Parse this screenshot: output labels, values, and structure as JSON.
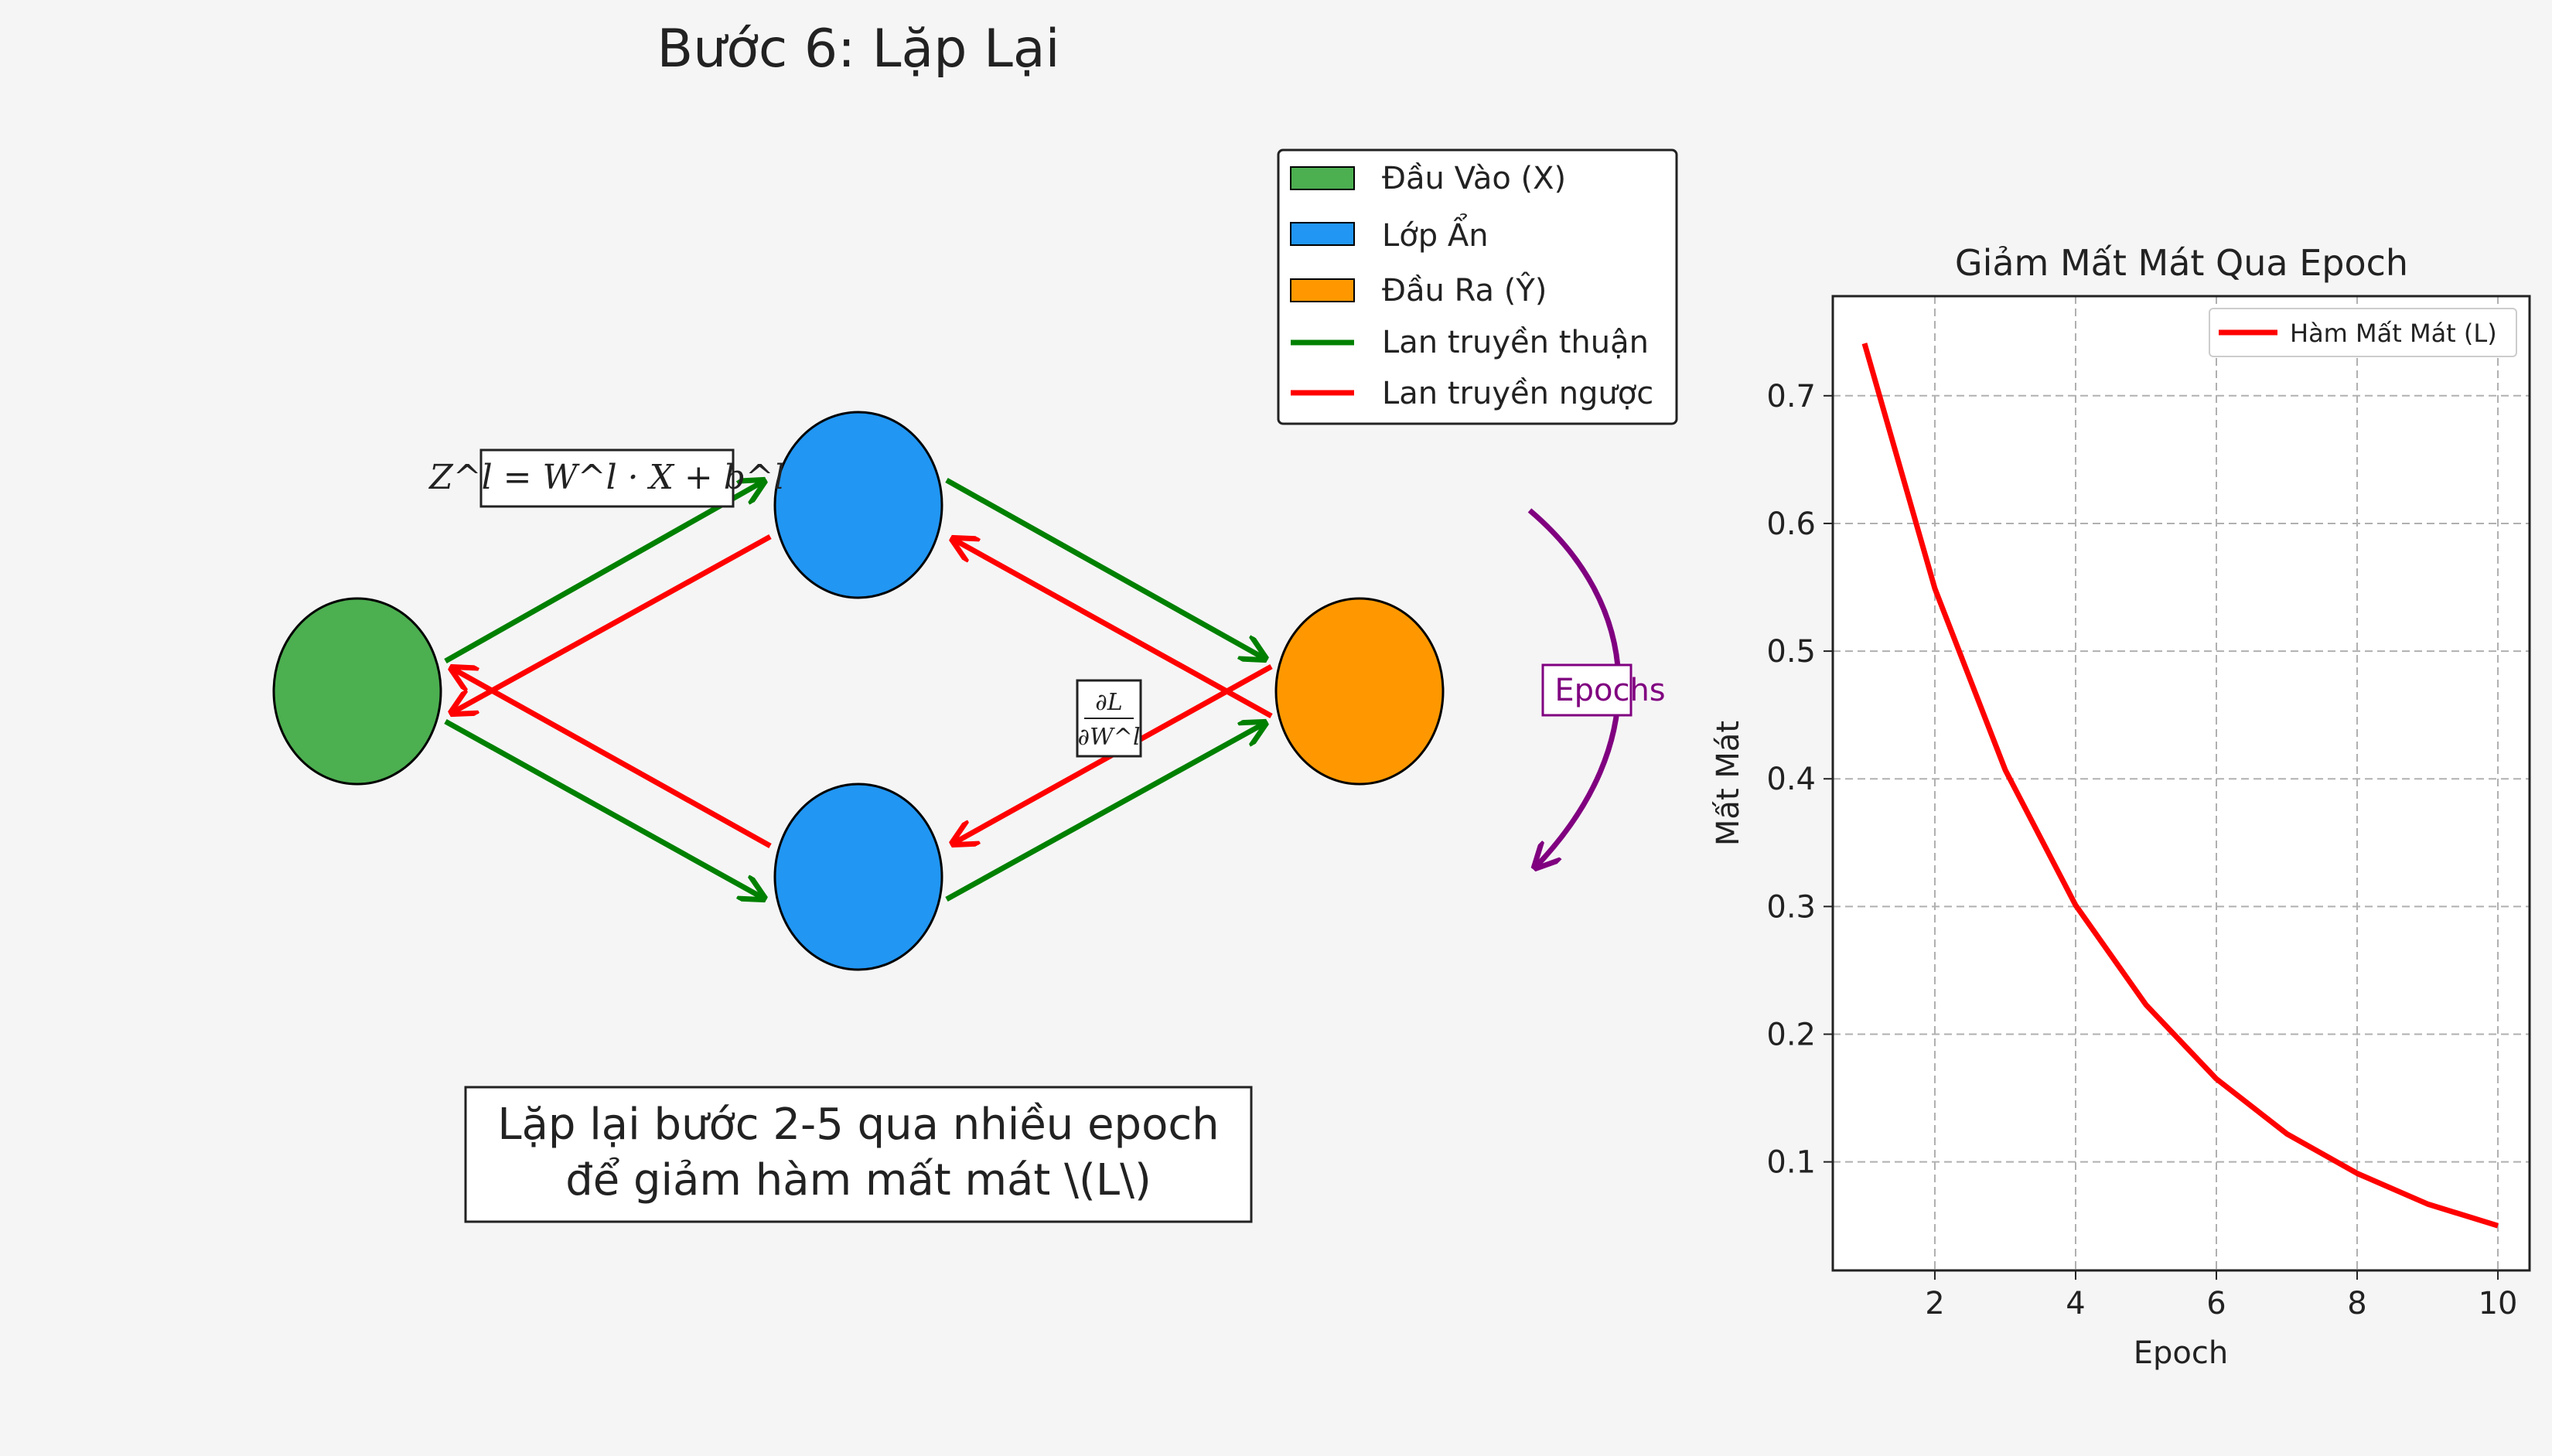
{
  "title": "Bước 6: Lặp Lại",
  "colors": {
    "input": "#4caf50",
    "hidden": "#2196f3",
    "output": "#ff9800",
    "forward": "#008000",
    "backward": "#ff0000",
    "epochs_arrow": "#800080",
    "background": "#f5f5f5"
  },
  "legend": {
    "input_label": "Đầu Vào (X)",
    "hidden_label": "Lớp Ẩn",
    "output_label": "Đầu Ra (Ŷ)",
    "forward_label": "Lan truyền thuận",
    "backward_label": "Lan truyền ngược"
  },
  "formula": {
    "forward": "Z^l = W^l · X + b^l",
    "gradient_num": "∂L",
    "gradient_den": "∂W^l"
  },
  "epochs_label": "Epochs",
  "caption": {
    "line1": "Lặp lại bước 2-5 qua nhiều epoch",
    "line2": "để giảm hàm mất mát \\(L\\)"
  },
  "chart_data": {
    "type": "line",
    "title": "Giảm Mất Mát Qua Epoch",
    "xlabel": "Epoch",
    "ylabel": "Mất Mát",
    "xlim": [
      0.55,
      10.45
    ],
    "ylim": [
      0.015,
      0.778
    ],
    "xticks": [
      2,
      4,
      6,
      8,
      10
    ],
    "yticks": [
      0.1,
      0.2,
      0.3,
      0.4,
      0.5,
      0.6,
      0.7
    ],
    "grid": true,
    "legend_position": "top-right",
    "series": [
      {
        "name": "Hàm Mất Mát (L)",
        "color": "#ff0000",
        "x": [
          1,
          2,
          3,
          4,
          5,
          6,
          7,
          8,
          9,
          10
        ],
        "y": [
          0.741,
          0.549,
          0.407,
          0.301,
          0.223,
          0.165,
          0.122,
          0.091,
          0.067,
          0.05
        ]
      }
    ]
  }
}
